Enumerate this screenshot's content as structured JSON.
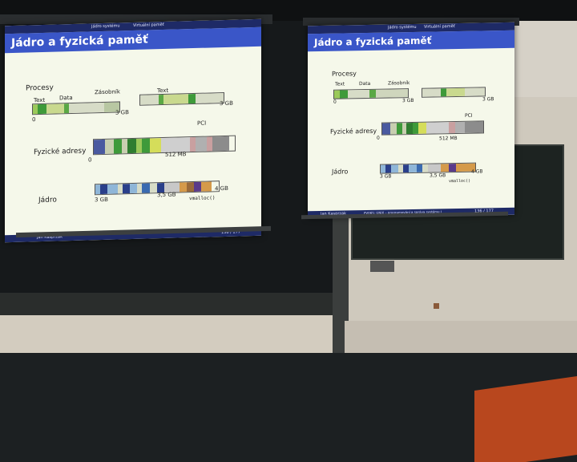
{
  "colors": {
    "slide_bg": "#f5f8ea",
    "slide_header": "#1e2a66",
    "slide_title_bar": "#3a56c8",
    "wall_dark": "#16191b",
    "wall_light": "#dcd6cc",
    "floor": "#1c2022",
    "bench": "#b8471e"
  },
  "left_slide": {
    "tab_left": "Jádro systému",
    "tab_right": "Virtuální paměť",
    "title": "Jádro a fyzická paměť",
    "processes_label": "Procesy",
    "text_label": "Text",
    "data_label": "Data",
    "stack_label": "Zásobník",
    "text_label_2": "Text",
    "zero_1": "0",
    "gb3_1": "3 GB",
    "gb3_2": "3 GB",
    "physical_label": "Fyzické adresy",
    "pci_label": "PCI",
    "zero_2": "0",
    "mb512": "512 MB",
    "kernel_label": "Jádro",
    "kgb3": "3 GB",
    "kgb35": "3,5 GB",
    "kgb4": "4 GB",
    "vmalloc": "vmalloc()",
    "footer_author": "Jan Kasprzak",
    "footer_page": "136 / 177"
  },
  "right_slide": {
    "tab_left": "Jádro systému",
    "tab_right": "Virtuální paměť",
    "title": "Jádro a fyzická paměť",
    "processes_label": "Procesy",
    "text_label": "Text",
    "data_label": "Data",
    "stack_label": "Zásobník",
    "zero_1": "0",
    "gb3_1": "3 GB",
    "gb3_2": "3 GB",
    "physical_label": "Fyzické adresy",
    "pci_label": "PCI",
    "zero_2": "0",
    "mb512": "512 MB",
    "kernel_label": "Jádro",
    "kgb3": "3 GB",
    "kgb35": "3,5 GB",
    "kgb4": "4 GB",
    "vmalloc": "vmalloc()",
    "footer_author": "Jan Kasprzak",
    "footer_center": "PV065: UNIX – programování a správa systému I",
    "footer_page": "136 / 177"
  }
}
